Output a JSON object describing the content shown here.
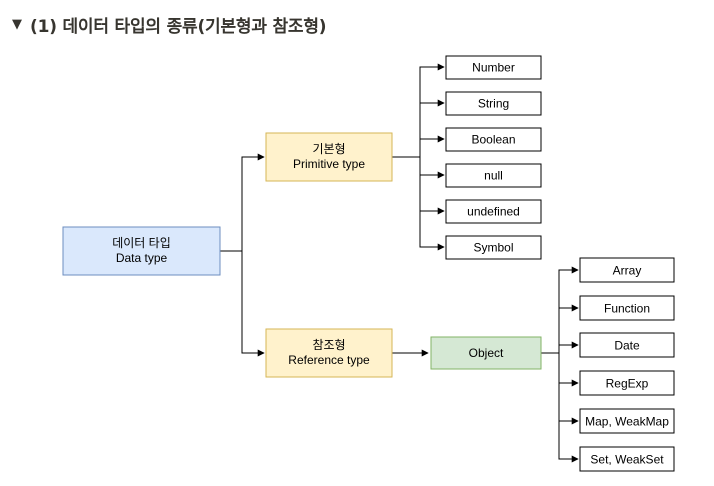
{
  "heading": {
    "toggle_icon": "triangle-down-icon",
    "title": "(1) 데이터 타입의 종류(기본형과 참조형)"
  },
  "colors": {
    "root_fill": "#dae8fc",
    "root_stroke": "#6c8ebf",
    "category_fill": "#fff2cc",
    "category_stroke": "#d6b656",
    "object_fill": "#d5e8d4",
    "object_stroke": "#82b366",
    "leaf_fill": "#ffffff",
    "leaf_stroke": "#000000",
    "line": "#000000"
  },
  "diagram": {
    "root": {
      "line1": "데이터 타입",
      "line2": "Data type"
    },
    "primitive": {
      "line1": "기본형",
      "line2": "Primitive type"
    },
    "reference": {
      "line1": "참조형",
      "line2": "Reference type"
    },
    "object": {
      "label": "Object"
    },
    "primitive_types": [
      "Number",
      "String",
      "Boolean",
      "null",
      "undefined",
      "Symbol"
    ],
    "object_types": [
      "Array",
      "Function",
      "Date",
      "RegExp",
      "Map, WeakMap",
      "Set, WeakSet"
    ]
  }
}
